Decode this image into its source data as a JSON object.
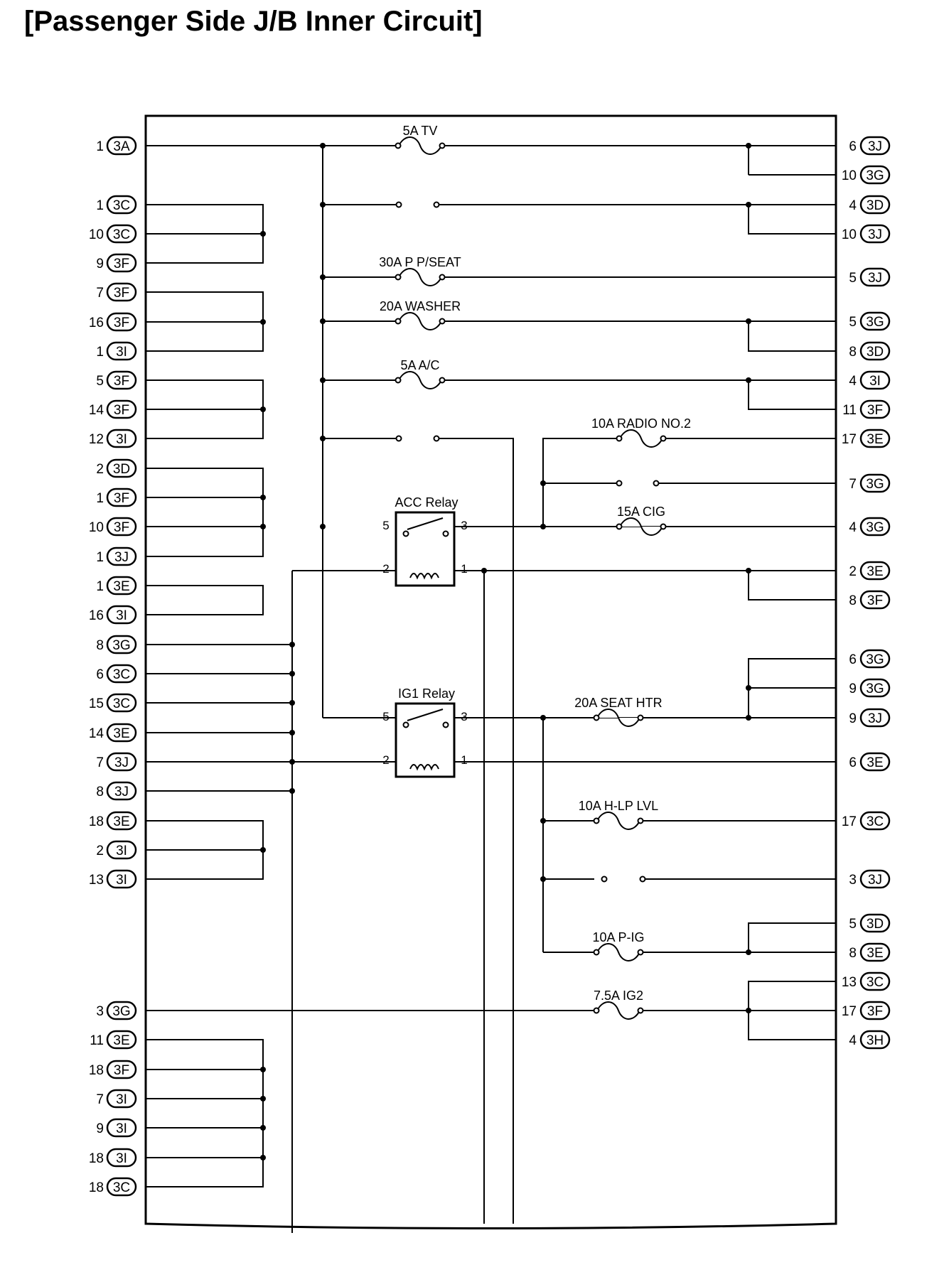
{
  "title": "[Passenger Side J/B Inner Circuit]",
  "colors": {
    "ink": "#000000",
    "background": "#ffffff"
  },
  "left_pins": [
    {
      "pin": "1",
      "connector": "3A"
    },
    {
      "pin": "1",
      "connector": "3C"
    },
    {
      "pin": "10",
      "connector": "3C"
    },
    {
      "pin": "9",
      "connector": "3F"
    },
    {
      "pin": "7",
      "connector": "3F"
    },
    {
      "pin": "16",
      "connector": "3F"
    },
    {
      "pin": "1",
      "connector": "3I"
    },
    {
      "pin": "5",
      "connector": "3F"
    },
    {
      "pin": "14",
      "connector": "3F"
    },
    {
      "pin": "12",
      "connector": "3I"
    },
    {
      "pin": "2",
      "connector": "3D"
    },
    {
      "pin": "1",
      "connector": "3F"
    },
    {
      "pin": "10",
      "connector": "3F"
    },
    {
      "pin": "1",
      "connector": "3J"
    },
    {
      "pin": "1",
      "connector": "3E"
    },
    {
      "pin": "16",
      "connector": "3I"
    },
    {
      "pin": "8",
      "connector": "3G"
    },
    {
      "pin": "6",
      "connector": "3C"
    },
    {
      "pin": "15",
      "connector": "3C"
    },
    {
      "pin": "14",
      "connector": "3E"
    },
    {
      "pin": "7",
      "connector": "3J"
    },
    {
      "pin": "8",
      "connector": "3J"
    },
    {
      "pin": "18",
      "connector": "3E"
    },
    {
      "pin": "2",
      "connector": "3I"
    },
    {
      "pin": "13",
      "connector": "3I"
    },
    {
      "pin": "3",
      "connector": "3G"
    },
    {
      "pin": "11",
      "connector": "3E"
    },
    {
      "pin": "18",
      "connector": "3F"
    },
    {
      "pin": "7",
      "connector": "3I"
    },
    {
      "pin": "9",
      "connector": "3I"
    },
    {
      "pin": "18",
      "connector": "3I"
    },
    {
      "pin": "18",
      "connector": "3C"
    }
  ],
  "right_pins": [
    {
      "pin": "6",
      "connector": "3J"
    },
    {
      "pin": "10",
      "connector": "3G"
    },
    {
      "pin": "4",
      "connector": "3D"
    },
    {
      "pin": "10",
      "connector": "3J"
    },
    {
      "pin": "5",
      "connector": "3J"
    },
    {
      "pin": "5",
      "connector": "3G"
    },
    {
      "pin": "8",
      "connector": "3D"
    },
    {
      "pin": "4",
      "connector": "3I"
    },
    {
      "pin": "11",
      "connector": "3F"
    },
    {
      "pin": "17",
      "connector": "3E"
    },
    {
      "pin": "7",
      "connector": "3G"
    },
    {
      "pin": "4",
      "connector": "3G"
    },
    {
      "pin": "2",
      "connector": "3E"
    },
    {
      "pin": "8",
      "connector": "3F"
    },
    {
      "pin": "6",
      "connector": "3G"
    },
    {
      "pin": "9",
      "connector": "3G"
    },
    {
      "pin": "9",
      "connector": "3J"
    },
    {
      "pin": "6",
      "connector": "3E"
    },
    {
      "pin": "17",
      "connector": "3C"
    },
    {
      "pin": "3",
      "connector": "3J"
    },
    {
      "pin": "5",
      "connector": "3D"
    },
    {
      "pin": "8",
      "connector": "3E"
    },
    {
      "pin": "13",
      "connector": "3C"
    },
    {
      "pin": "17",
      "connector": "3F"
    },
    {
      "pin": "4",
      "connector": "3H"
    }
  ],
  "fuses": [
    {
      "id": "tv",
      "label": "5A TV"
    },
    {
      "id": "pseat",
      "label": "30A P P/SEAT"
    },
    {
      "id": "washer",
      "label": "20A WASHER"
    },
    {
      "id": "ac",
      "label": "5A A/C"
    },
    {
      "id": "radio2",
      "label": "10A RADIO NO.2"
    },
    {
      "id": "cig",
      "label": "15A CIG"
    },
    {
      "id": "seathtr",
      "label": "20A SEAT HTR"
    },
    {
      "id": "hlplvl",
      "label": "10A H-LP LVL"
    },
    {
      "id": "pig",
      "label": "10A P-IG"
    },
    {
      "id": "ig2",
      "label": "7.5A IG2"
    }
  ],
  "relays": [
    {
      "id": "acc",
      "label": "ACC Relay",
      "terminals": [
        "5",
        "3",
        "2",
        "1"
      ]
    },
    {
      "id": "ig1",
      "label": "IG1 Relay",
      "terminals": [
        "5",
        "3",
        "2",
        "1"
      ]
    }
  ]
}
